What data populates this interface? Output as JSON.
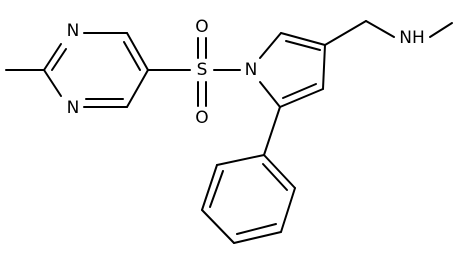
{
  "molecule": {
    "atom_labels": {
      "n1": "N",
      "n2": "N",
      "s": "S",
      "o_top": "O",
      "o_bottom": "O",
      "n_pyrrole": "N",
      "nh": "NH"
    }
  },
  "colors": {
    "bond": "#000000",
    "text": "#000000",
    "background": "#ffffff"
  }
}
